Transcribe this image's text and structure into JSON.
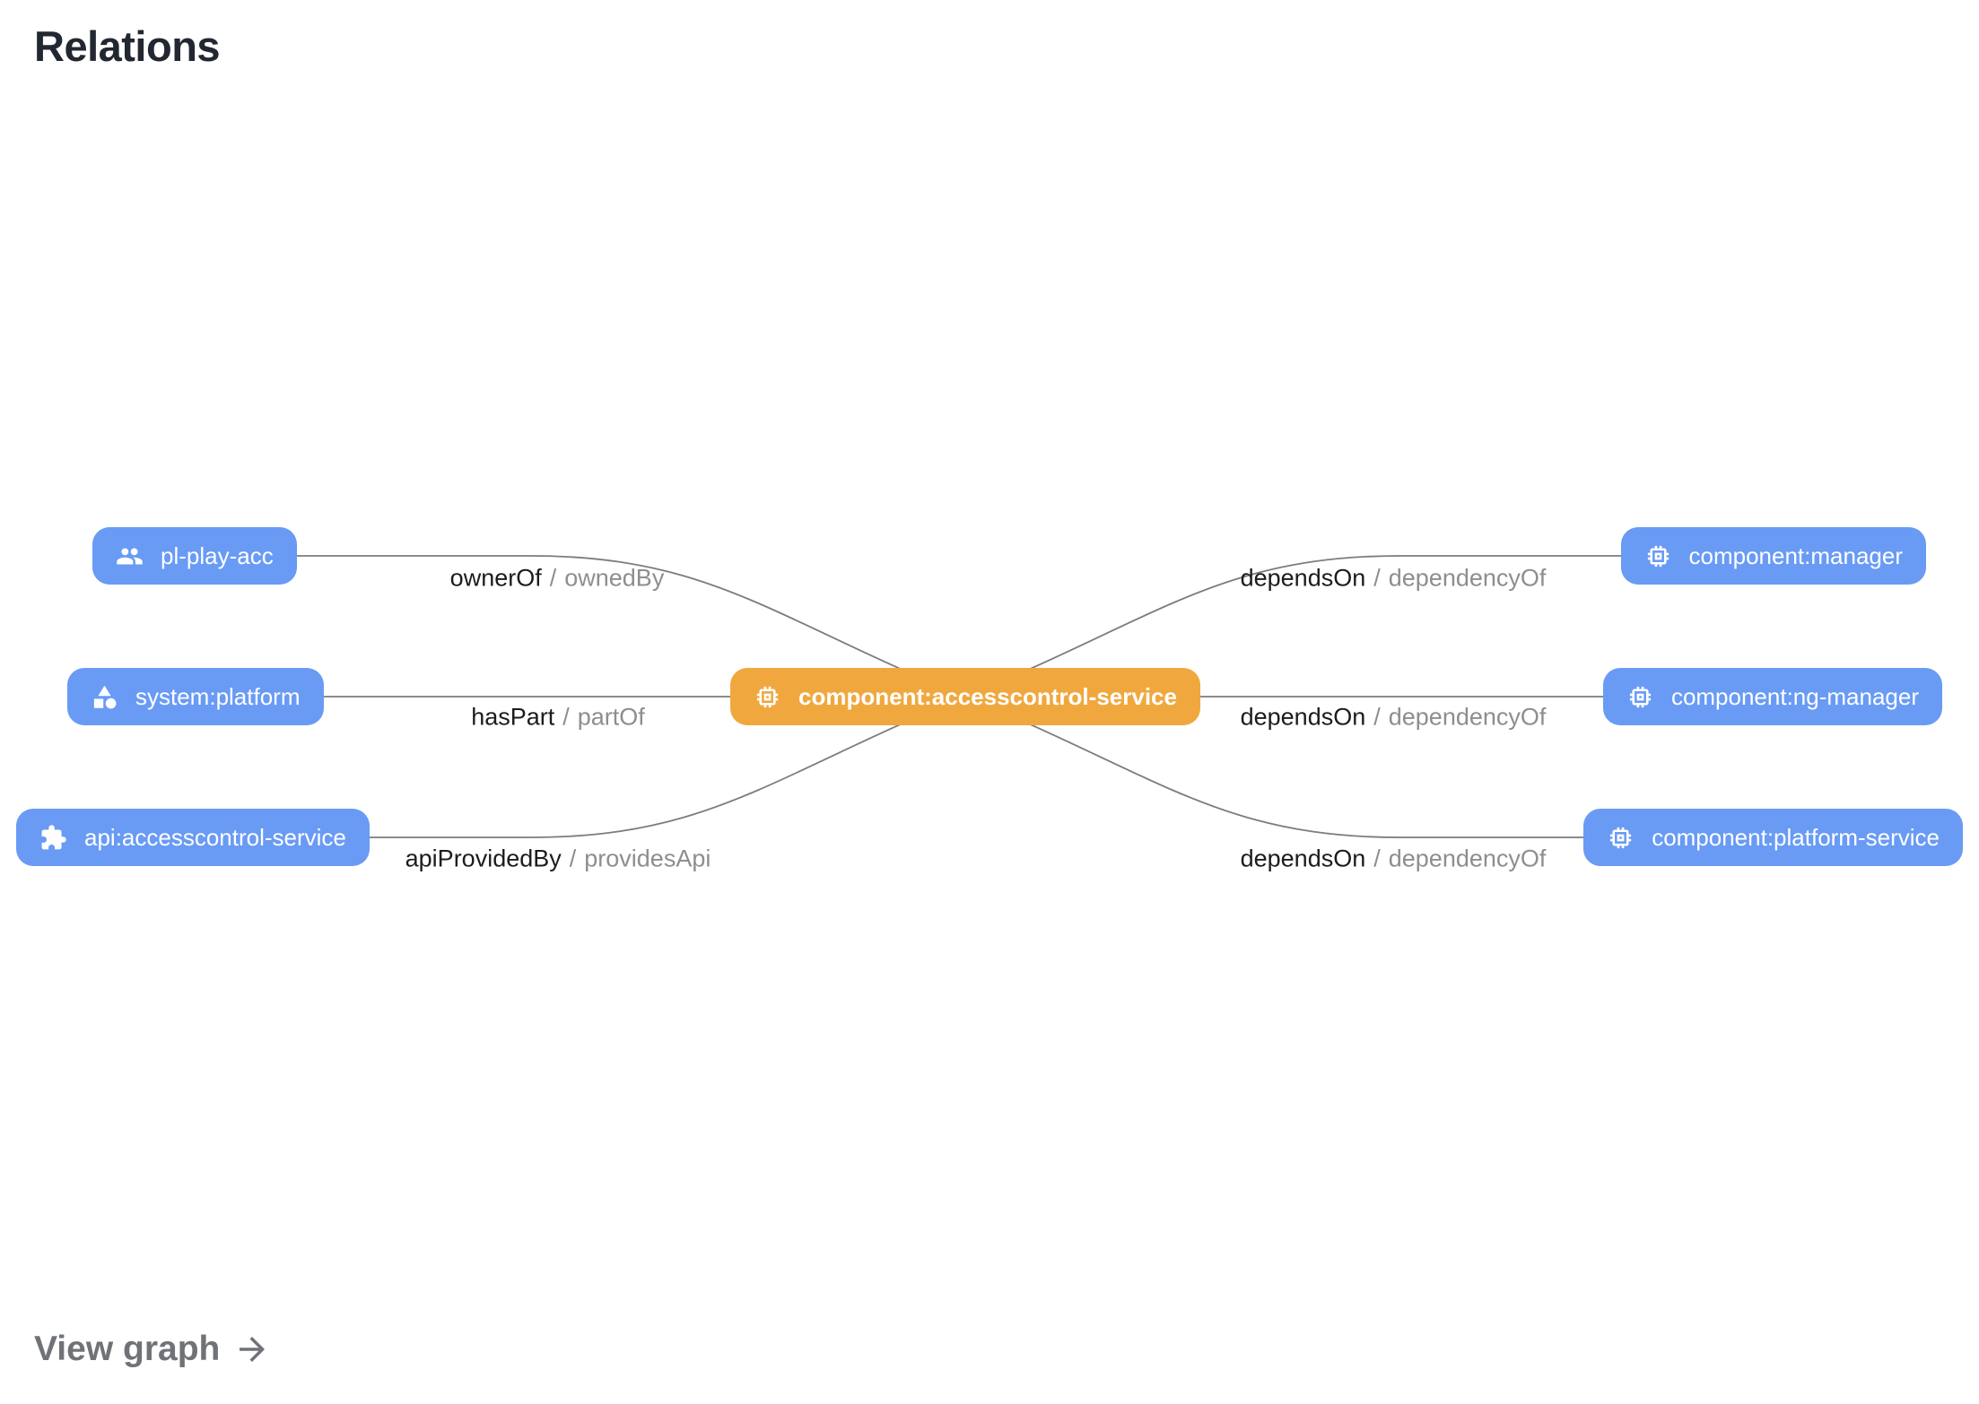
{
  "colors": {
    "node_blue": "#699BF5",
    "node_orange": "#F0A83E",
    "edge_color": "#7C7C7C",
    "label_primary": "#1C1C1C",
    "label_secondary": "#8E8E8E",
    "footer_gray": "#6F7377",
    "title_color": "#222831"
  },
  "header": {
    "title": "Relations"
  },
  "graph": {
    "center_node": {
      "label": "component:accesscontrol-service",
      "icon": "chip-icon"
    },
    "left_nodes": [
      {
        "label": "pl-play-acc",
        "icon": "group-icon"
      },
      {
        "label": "system:platform",
        "icon": "category-icon"
      },
      {
        "label": "api:accesscontrol-service",
        "icon": "puzzle-icon"
      }
    ],
    "right_nodes": [
      {
        "label": "component:manager",
        "icon": "chip-icon"
      },
      {
        "label": "component:ng-manager",
        "icon": "chip-icon"
      },
      {
        "label": "component:platform-service",
        "icon": "chip-icon"
      }
    ],
    "edges": [
      {
        "primary": "ownerOf",
        "separator": "/",
        "secondary": "ownedBy"
      },
      {
        "primary": "hasPart",
        "separator": "/",
        "secondary": "partOf"
      },
      {
        "primary": "apiProvidedBy",
        "separator": "/",
        "secondary": "providesApi"
      },
      {
        "primary": "dependsOn",
        "separator": "/",
        "secondary": "dependencyOf"
      },
      {
        "primary": "dependsOn",
        "separator": "/",
        "secondary": "dependencyOf"
      },
      {
        "primary": "dependsOn",
        "separator": "/",
        "secondary": "dependencyOf"
      }
    ]
  },
  "footer": {
    "view_graph_label": "View graph",
    "arrow_icon": "arrow-right-icon"
  }
}
